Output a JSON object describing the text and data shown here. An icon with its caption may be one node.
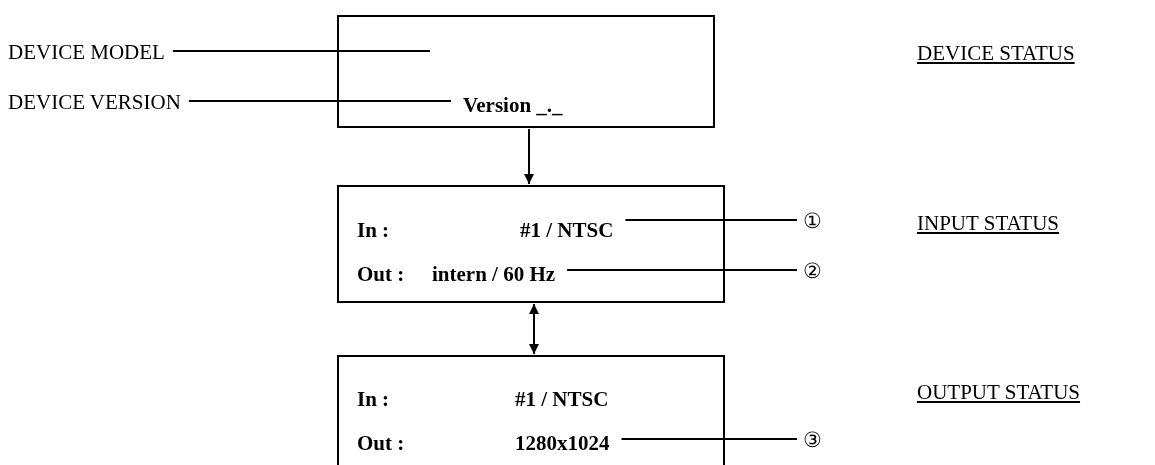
{
  "diagram": {
    "nodes": [
      {
        "text": [
          "DEVICE MODEL"
        ]
      },
      {
        "text": [
          "DEVICE VERSION"
        ]
      },
      {
        "text": [
          "Version _._"
        ]
      },
      {
        "text": [
          "In :",
          "#1 / NTSC",
          "Out :",
          "intern / 60 Hz"
        ]
      },
      {
        "text": [
          "In :",
          "#1 / NTSC",
          "Out :",
          "1280x1024"
        ]
      },
      {
        "text": [
          "①"
        ]
      },
      {
        "text": [
          "②"
        ]
      },
      {
        "text": [
          "③"
        ]
      }
    ],
    "edges": [
      {
        "from": 0,
        "to": 2,
        "arrow": "none"
      },
      {
        "from": 1,
        "to": 2,
        "arrow": "none"
      },
      {
        "from": 2,
        "to": 3,
        "arrow": "to"
      },
      {
        "from": 3,
        "to": 4,
        "arrow": "both"
      },
      {
        "from": 5,
        "to": 3,
        "arrow": "none"
      },
      {
        "from": 6,
        "to": 3,
        "arrow": "none"
      },
      {
        "from": 7,
        "to": 4,
        "arrow": "none"
      }
    ],
    "labels": [
      "DEVICE STATUS",
      "INPUT STATUS",
      "OUTPUT STATUS"
    ]
  }
}
